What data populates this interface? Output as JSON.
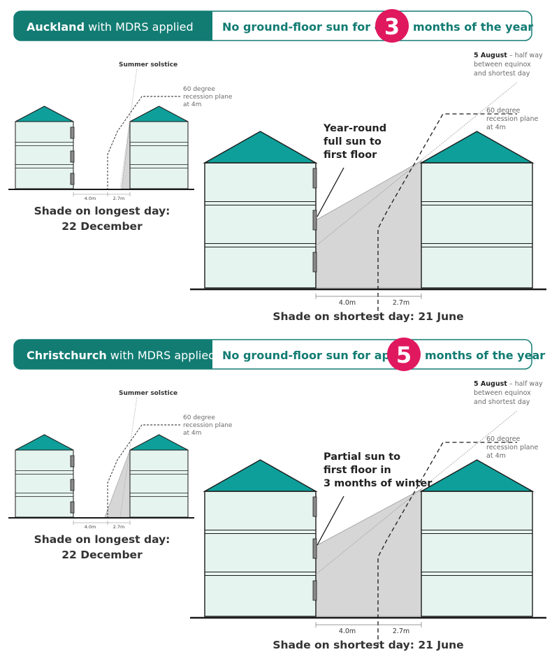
{
  "colors": {
    "teal": "#0f9f9a",
    "teal_dark": "#127c73",
    "facade": "#e6f4ef",
    "shade": "#d6d6d6",
    "magenta": "#e0195f",
    "ink": "#1a1a1a",
    "grey_text": "#6b6b6b"
  },
  "panels": [
    {
      "city": "Auckland",
      "city_suffix": " with MDRS applied",
      "banner_prefix": "No ground-floor sun for over",
      "months": "3",
      "banner_suffix": "months of the year",
      "solstice_label": "Summer solstice",
      "small_recession": [
        "60 degree",
        "recession plane",
        "at 4m"
      ],
      "small_dims": [
        "4.0m",
        "2.7m"
      ],
      "long_day_caption": [
        "Shade on longest day:",
        "22 December"
      ],
      "aug_bold": "5 August",
      "aug_rest": [
        "– half way",
        "between equinox",
        "and shortest day"
      ],
      "big_recession": [
        "60 degree",
        "recession plane",
        "at 4m"
      ],
      "sun_callout": [
        "Year-round",
        "full sun to",
        "first floor"
      ],
      "big_dims": [
        "4.0m",
        "2.7m"
      ],
      "short_day_caption": "Shade on shortest day: 21 June"
    },
    {
      "city": "Christchurch",
      "city_suffix": " with MDRS applied",
      "banner_prefix": "No ground-floor sun for approx",
      "months": "5",
      "banner_suffix": "months of the year",
      "solstice_label": "Summer solstice",
      "small_recession": [
        "60 degree",
        "recession plane",
        "at 4m"
      ],
      "small_dims": [
        "4.0m",
        "2.7m"
      ],
      "long_day_caption": [
        "Shade on longest day:",
        "22 December"
      ],
      "aug_bold": "5 August",
      "aug_rest": [
        "– half way",
        "between equinox",
        "and shortest day"
      ],
      "big_recession": [
        "60 degree",
        "recession plane",
        "at 4m"
      ],
      "sun_callout": [
        "Partial sun to",
        "first floor in",
        "3 months of winter"
      ],
      "big_dims": [
        "4.0m",
        "2.7m"
      ],
      "short_day_caption": "Shade on shortest day: 21 June"
    }
  ]
}
